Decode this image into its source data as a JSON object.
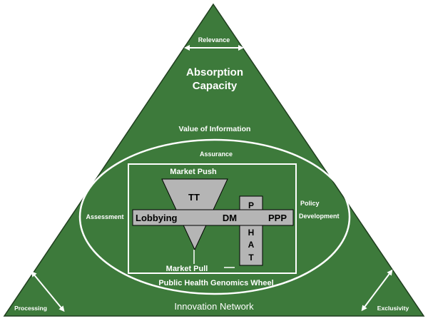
{
  "diagram": {
    "top_arrow_label": "Relevance",
    "title_line1": "Absorption",
    "title_line2": "Capacity",
    "value_label": "Value of Information",
    "assurance_label": "Assurance",
    "assessment_label": "Assessment",
    "policy_line1": "Policy",
    "policy_line2": "Development",
    "market_push": "Market Push",
    "funnel_label": "TT",
    "bar_left": "Lobbying",
    "bar_center": "DM",
    "bar_right": "PPP",
    "phat_letters": [
      "P",
      "H",
      "A",
      "T"
    ],
    "market_pull": "Market Pull",
    "wheel_label": "Public Health Genomics Wheel",
    "network_label": "Innovation Network",
    "left_corner_label": "Processing",
    "right_corner_label": "Exclusivity"
  },
  "colors": {
    "triangle_fill": "#3d7a3b",
    "gray_fill": "#b5b5b5",
    "line_white": "#ffffff"
  }
}
